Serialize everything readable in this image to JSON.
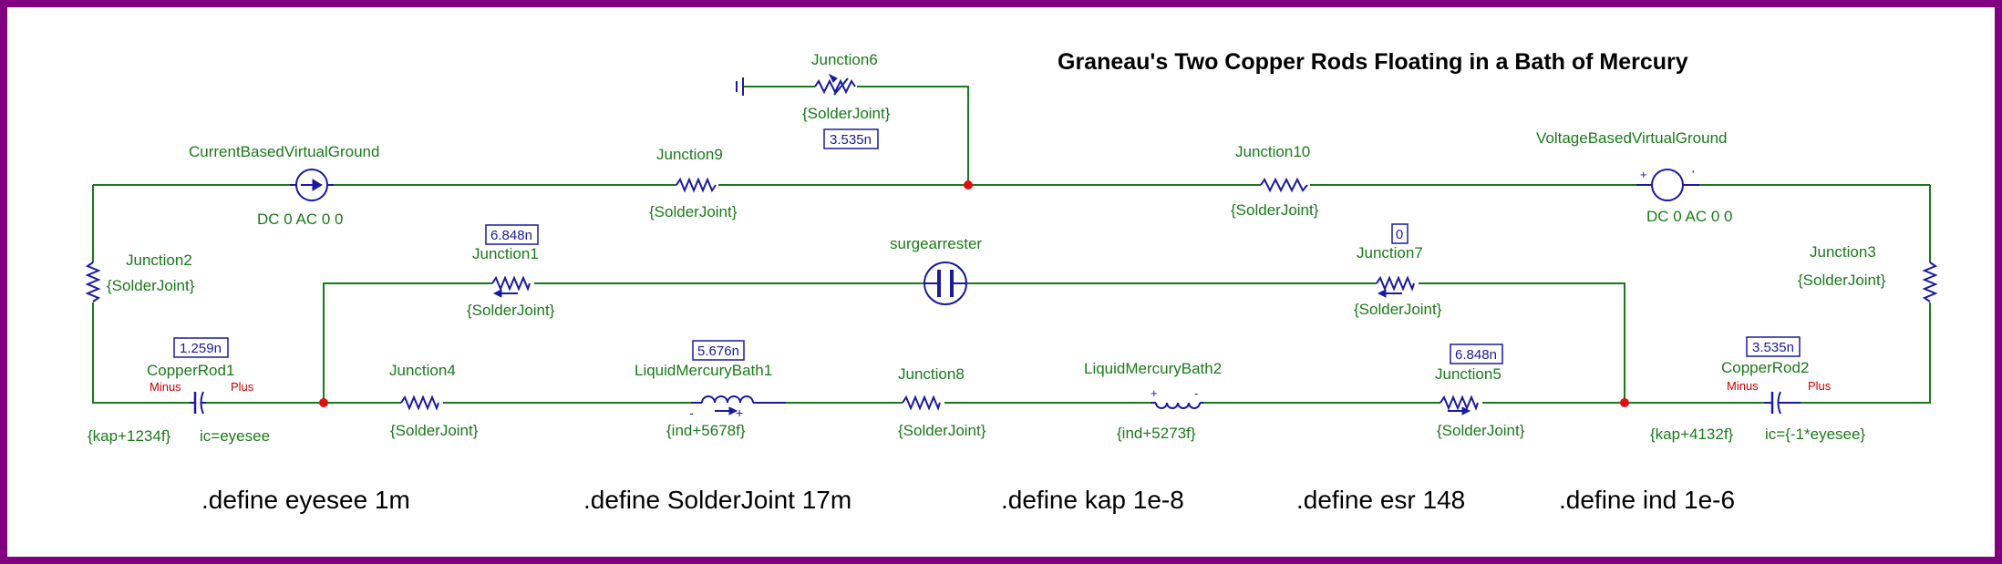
{
  "title": "Graneau's Two Copper Rods Floating in a Bath of Mercury",
  "colors": {
    "frame": "#800080",
    "wire": "#1a7a1a",
    "component": "#1a1aa0",
    "node": "#e01010",
    "polarity": "#cc0000"
  },
  "components": {
    "junction6": {
      "name": "Junction6",
      "value": "{SolderJoint}",
      "probe": "3.535n"
    },
    "junction9": {
      "name": "Junction9",
      "value": "{SolderJoint}"
    },
    "junction10": {
      "name": "Junction10",
      "value": "{SolderJoint}"
    },
    "current_ground": {
      "name": "CurrentBasedVirtualGround",
      "value": "DC 0 AC 0 0",
      "icon": "current-source-icon"
    },
    "voltage_ground": {
      "name": "VoltageBasedVirtualGround",
      "value": "DC 0 AC 0 0",
      "icon": "voltage-source-icon"
    },
    "junction2": {
      "name": "Junction2",
      "value": "{SolderJoint}"
    },
    "junction3": {
      "name": "Junction3",
      "value": "{SolderJoint}"
    },
    "junction1": {
      "name": "Junction1",
      "value": "{SolderJoint}",
      "probe": "6.848n"
    },
    "surgearrester": {
      "name": "surgearrester",
      "icon": "surge-arrester-icon"
    },
    "junction7": {
      "name": "Junction7",
      "value": "{SolderJoint}",
      "probe": "0"
    },
    "copperrod1": {
      "name": "CopperRod1",
      "value": "{kap+1234f}",
      "ic": "ic=eyesee",
      "probe": "1.259n",
      "minus": "Minus",
      "plus": "Plus"
    },
    "junction4": {
      "name": "Junction4",
      "value": "{SolderJoint}"
    },
    "bath1": {
      "name": "LiquidMercuryBath1",
      "value": "{ind+5678f}",
      "probe": "5.676n"
    },
    "junction8": {
      "name": "Junction8",
      "value": "{SolderJoint}"
    },
    "bath2": {
      "name": "LiquidMercuryBath2",
      "value": "{ind+5273f}"
    },
    "junction5": {
      "name": "Junction5",
      "value": "{SolderJoint}",
      "probe": "6.848n"
    },
    "copperrod2": {
      "name": "CopperRod2",
      "value": "{kap+4132f}",
      "ic": "ic={-1*eyesee}",
      "probe": "3.535n",
      "minus": "Minus",
      "plus": "Plus"
    }
  },
  "defines": [
    ".define eyesee 1m",
    ".define SolderJoint 17m",
    ".define kap 1e-8",
    ".define esr 148",
    ".define ind 1e-6"
  ]
}
